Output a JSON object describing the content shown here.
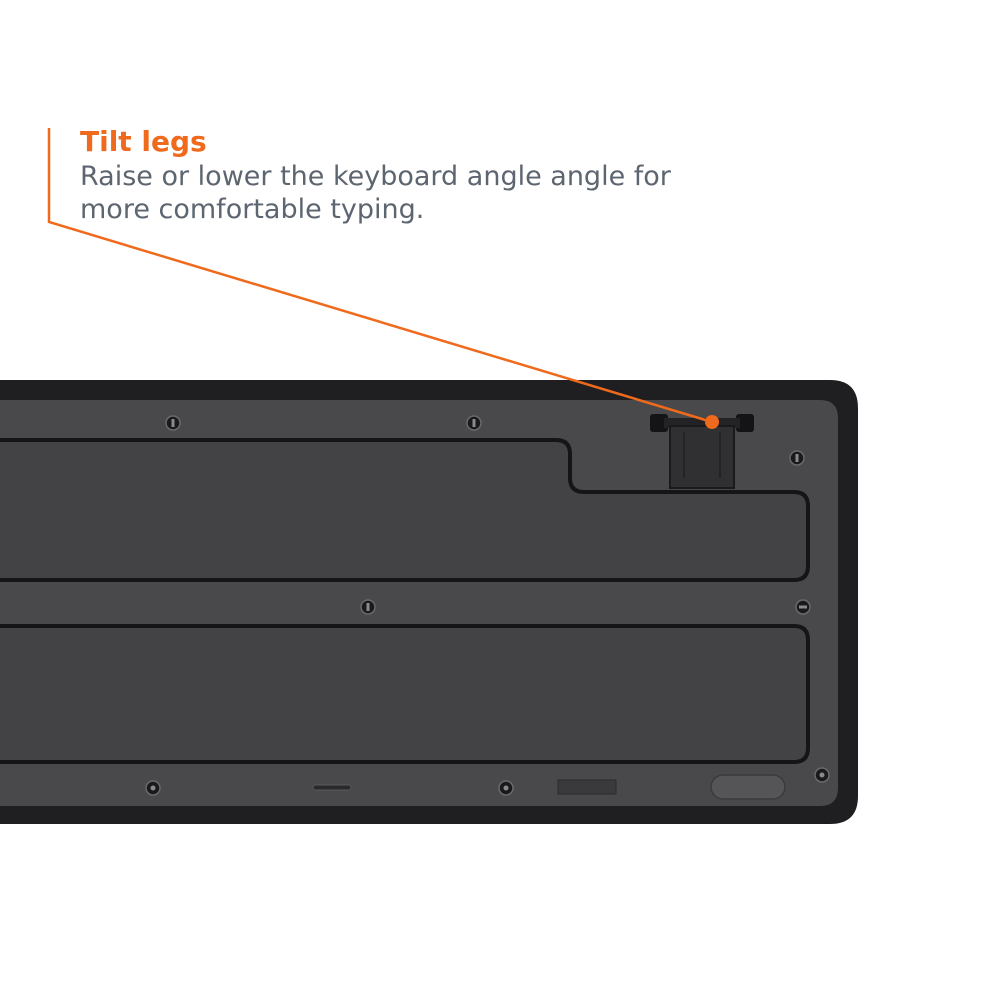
{
  "callout": {
    "title": "Tilt legs",
    "body_line1": "Raise or lower the keyboard angle angle for",
    "body_line2": "more comfortable typing."
  },
  "colors": {
    "accent": "#ef6a1c",
    "body_text": "#5d6670",
    "keyboard_frame": "#1f1f21",
    "keyboard_panel": "#49494b",
    "background": "#ffffff"
  }
}
